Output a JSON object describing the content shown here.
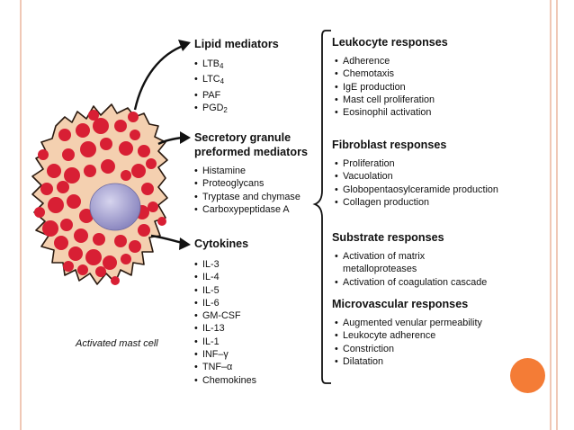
{
  "caption": "Activated mast cell",
  "lipid": {
    "title": "Lipid mediators",
    "items": [
      {
        "t": "LTB",
        "s": "4"
      },
      {
        "t": "LTC",
        "s": "4"
      },
      {
        "t": "PAF",
        "s": ""
      },
      {
        "t": "PGD",
        "s": "2"
      }
    ]
  },
  "granule": {
    "title1": "Secretory granule",
    "title2": "preformed mediators",
    "items": [
      "Histamine",
      "Proteoglycans",
      "Tryptase and chymase",
      "Carboxypeptidase A"
    ]
  },
  "cytokines": {
    "title": "Cytokines",
    "items": [
      "IL-3",
      "IL-4",
      "IL-5",
      "IL-6",
      "GM-CSF",
      "IL-13",
      "IL-1",
      "INF–γ",
      "TNF–α",
      "Chemokines"
    ]
  },
  "leukocyte": {
    "title": "Leukocyte responses",
    "items": [
      "Adherence",
      "Chemotaxis",
      "IgE production",
      "Mast cell proliferation",
      "Eosinophil activation"
    ]
  },
  "fibroblast": {
    "title": "Fibroblast responses",
    "items": [
      "Proliferation",
      "Vacuolation",
      "Globopentaosylceramide production",
      "Collagen production"
    ]
  },
  "substrate": {
    "title": "Substrate responses",
    "items": [
      "Activation of matrix",
      "metalloproteases",
      "Activation of coagulation cascade"
    ]
  },
  "microvascular": {
    "title": "Microvascular responses",
    "items": [
      "Augmented venular permeability",
      "Leukocyte adherence",
      "Constriction",
      "Dilatation"
    ]
  },
  "colors": {
    "cell": "#f4d0b0",
    "granule": "#d81f34",
    "nucleus": "#a6a2cc",
    "accent": "#f47c36",
    "stripe": "#f0c8b6"
  }
}
